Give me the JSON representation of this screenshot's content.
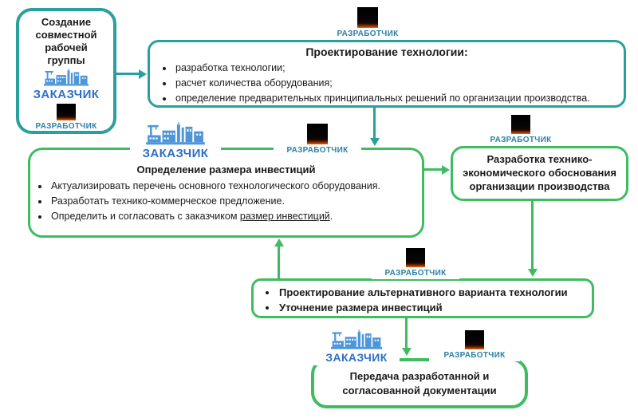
{
  "labels": {
    "customer": "ЗАКАЗЧИК",
    "developer": "РАЗРАБОТЧИК"
  },
  "colors": {
    "teal_border": "#2aa09e",
    "green_border": "#3ebc5f",
    "customer_blue": "#2e6fc5",
    "developer_label_blue": "#2b80a6",
    "factory_icon_blue": "#4e96d9",
    "developer_icon_black": "#000000",
    "developer_icon_orange": "#e26a10"
  },
  "boxes": {
    "working_group": {
      "title": "Создание совместной рабочей группы"
    },
    "tech_design": {
      "title": "Проектирование технологии:",
      "bullets": [
        "разработка технологии;",
        "расчет количества оборудования;",
        "определение предварительных принципиальных решений по организации производства."
      ]
    },
    "investment": {
      "title": "Определение размера инвестиций",
      "bullets": [
        "Актуализировать перечень основного технологического оборудования.",
        "Разработать технико-коммерческое предложение."
      ],
      "bullet3": {
        "prefix": "Определить  и согласовать с заказчиком ",
        "underline": "размер инвестиций",
        "suffix": "."
      }
    },
    "feasibility": {
      "title": "Разработка технико-экономического обоснования организации производства"
    },
    "alternative": {
      "bullets": [
        "Проектирование альтернативного варианта технологии",
        "Уточнение размера инвестиций"
      ]
    },
    "handover": {
      "title": "Передача разработанной и согласованной документации"
    }
  }
}
